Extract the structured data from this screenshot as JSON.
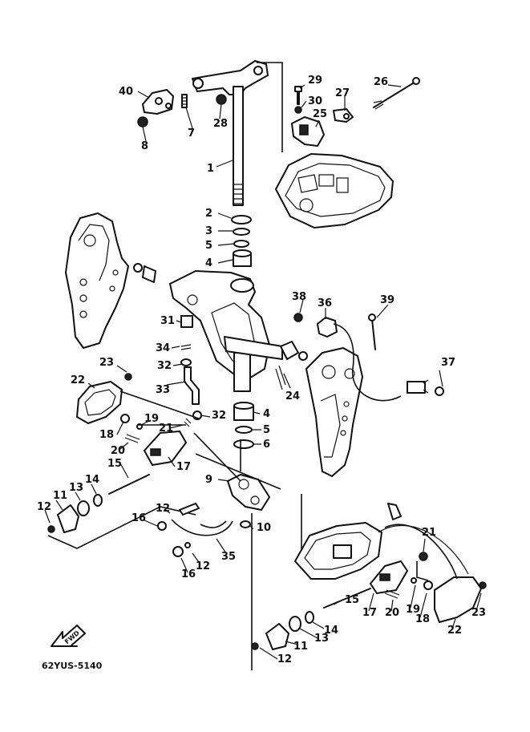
{
  "drawing_code": "62YUS-5140",
  "fwd_label": "FWD",
  "callouts": [
    {
      "id": "c40",
      "text": "40"
    },
    {
      "id": "c7",
      "text": "7"
    },
    {
      "id": "c8",
      "text": "8"
    },
    {
      "id": "c28",
      "text": "28"
    },
    {
      "id": "c29",
      "text": "29"
    },
    {
      "id": "c30",
      "text": "30"
    },
    {
      "id": "c27",
      "text": "27"
    },
    {
      "id": "c26",
      "text": "26"
    },
    {
      "id": "c25",
      "text": "25"
    },
    {
      "id": "c1",
      "text": "1"
    },
    {
      "id": "c2",
      "text": "2"
    },
    {
      "id": "c3",
      "text": "3"
    },
    {
      "id": "c5a",
      "text": "5"
    },
    {
      "id": "c4a",
      "text": "4"
    },
    {
      "id": "c38",
      "text": "38"
    },
    {
      "id": "c36",
      "text": "36"
    },
    {
      "id": "c39",
      "text": "39"
    },
    {
      "id": "c31",
      "text": "31"
    },
    {
      "id": "c34",
      "text": "34"
    },
    {
      "id": "c23a",
      "text": "23"
    },
    {
      "id": "c32a",
      "text": "32"
    },
    {
      "id": "c37",
      "text": "37"
    },
    {
      "id": "c22a",
      "text": "22"
    },
    {
      "id": "c33",
      "text": "33"
    },
    {
      "id": "c24",
      "text": "24"
    },
    {
      "id": "c32b",
      "text": "32"
    },
    {
      "id": "c4b",
      "text": "4"
    },
    {
      "id": "c18a",
      "text": "18"
    },
    {
      "id": "c19a",
      "text": "19"
    },
    {
      "id": "c21a",
      "text": "21"
    },
    {
      "id": "c5b",
      "text": "5"
    },
    {
      "id": "c20a",
      "text": "20"
    },
    {
      "id": "c6",
      "text": "6"
    },
    {
      "id": "c17a",
      "text": "17"
    },
    {
      "id": "c15a",
      "text": "15"
    },
    {
      "id": "c9",
      "text": "9"
    },
    {
      "id": "c14a",
      "text": "14"
    },
    {
      "id": "c13a",
      "text": "13"
    },
    {
      "id": "c11a",
      "text": "11"
    },
    {
      "id": "c12a",
      "text": "12"
    },
    {
      "id": "c12b",
      "text": "12"
    },
    {
      "id": "c16a",
      "text": "16"
    },
    {
      "id": "c10",
      "text": "10"
    },
    {
      "id": "c21b",
      "text": "21"
    },
    {
      "id": "c35",
      "text": "35"
    },
    {
      "id": "c12c",
      "text": "12"
    },
    {
      "id": "c16b",
      "text": "16"
    },
    {
      "id": "c15b",
      "text": "15"
    },
    {
      "id": "c17b",
      "text": "17"
    },
    {
      "id": "c20b",
      "text": "20"
    },
    {
      "id": "c19b",
      "text": "19"
    },
    {
      "id": "c18b",
      "text": "18"
    },
    {
      "id": "c23b",
      "text": "23"
    },
    {
      "id": "c22b",
      "text": "22"
    },
    {
      "id": "c14b",
      "text": "14"
    },
    {
      "id": "c13b",
      "text": "13"
    },
    {
      "id": "c11b",
      "text": "11"
    },
    {
      "id": "c12d",
      "text": "12"
    }
  ]
}
